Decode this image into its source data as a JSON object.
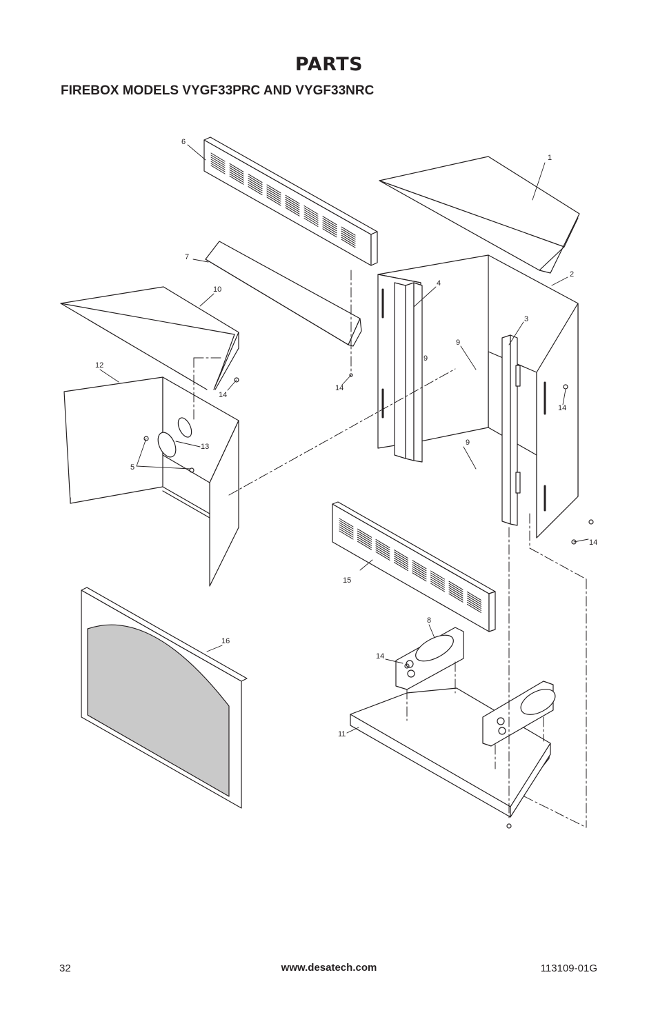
{
  "header": {
    "title": "PARTS",
    "subtitle": "FIREBOX MODELS VYGF33PRC AND VYGF33NRC"
  },
  "diagram": {
    "callouts": [
      "1",
      "2",
      "3",
      "4",
      "5",
      "6",
      "7",
      "8",
      "9",
      "9",
      "9",
      "10",
      "11",
      "12",
      "13",
      "14",
      "14",
      "14",
      "14",
      "14",
      "15",
      "16"
    ]
  },
  "footer": {
    "page_number": "32",
    "website": "www.desatech.com",
    "doc_code": "113109-01G"
  },
  "colors": {
    "ink": "#231f20",
    "glass_fill": "#c9c9c9"
  }
}
